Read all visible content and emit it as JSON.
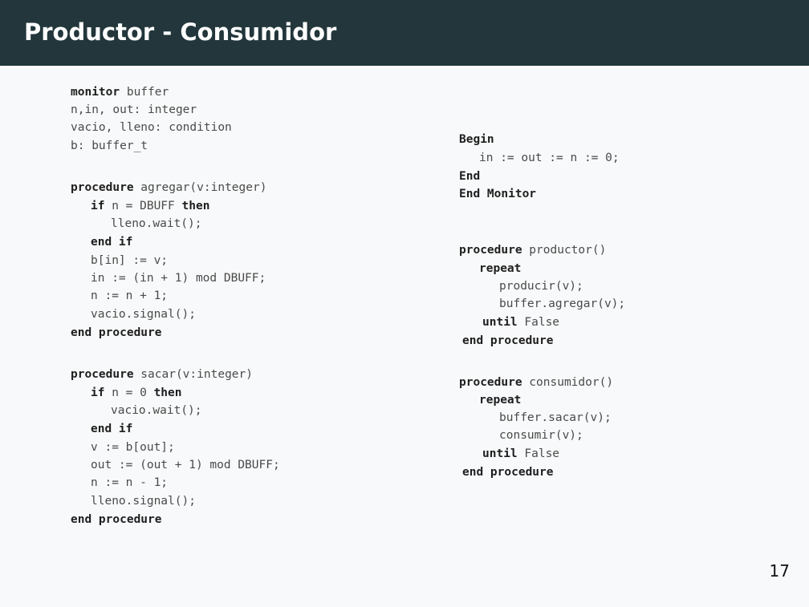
{
  "slide": {
    "title": "Productor - Consumidor",
    "page_number": "17"
  },
  "left_code": {
    "declarations": [
      {
        "kw": "monitor",
        "rest": " buffer"
      },
      {
        "kw": "",
        "rest": "n,in, out: integer"
      },
      {
        "kw": "",
        "rest": "vacio, lleno: condition"
      },
      {
        "kw": "",
        "rest": "b: buffer_t"
      }
    ],
    "agregar": [
      {
        "kw": "procedure",
        "rest": " agregar(v:integer)"
      },
      {
        "kw": "if",
        "rest": " n = DBUFF ",
        "kw2": "then"
      },
      {
        "kw": "",
        "rest": "lleno.wait();"
      },
      {
        "kw": "end if",
        "rest": ""
      },
      {
        "kw": "",
        "rest": "b[in] := v;"
      },
      {
        "kw": "",
        "rest": "in := (in + 1) mod DBUFF;"
      },
      {
        "kw": "",
        "rest": "n := n + 1;"
      },
      {
        "kw": "",
        "rest": "vacio.signal();"
      },
      {
        "kw": "end procedure",
        "rest": ""
      }
    ],
    "sacar": [
      {
        "kw": "procedure",
        "rest": " sacar(v:integer)"
      },
      {
        "kw": "if",
        "rest": " n = 0 ",
        "kw2": "then"
      },
      {
        "kw": "",
        "rest": "vacio.wait();"
      },
      {
        "kw": "end if",
        "rest": ""
      },
      {
        "kw": "",
        "rest": "v := b[out];"
      },
      {
        "kw": "",
        "rest": "out := (out + 1) mod DBUFF;"
      },
      {
        "kw": "",
        "rest": "n := n - 1;"
      },
      {
        "kw": "",
        "rest": "lleno.signal();"
      },
      {
        "kw": "end procedure",
        "rest": ""
      }
    ]
  },
  "right_code": {
    "init": [
      {
        "kw": "Begin",
        "rest": ""
      },
      {
        "kw": "",
        "rest": "in := out := n := 0;"
      },
      {
        "kw": "End",
        "rest": ""
      },
      {
        "kw": "End Monitor",
        "rest": ""
      }
    ],
    "productor": [
      {
        "kw": "procedure",
        "rest": " productor()"
      },
      {
        "kw": "repeat",
        "rest": ""
      },
      {
        "kw": "",
        "rest": "producir(v);"
      },
      {
        "kw": "",
        "rest": "buffer.agregar(v);"
      },
      {
        "kw": "until",
        "rest": " False"
      },
      {
        "kw": "end procedure",
        "rest": ""
      }
    ],
    "consumidor": [
      {
        "kw": "procedure",
        "rest": " consumidor()"
      },
      {
        "kw": "repeat",
        "rest": ""
      },
      {
        "kw": "",
        "rest": "buffer.sacar(v);"
      },
      {
        "kw": "",
        "rest": "consumir(v);"
      },
      {
        "kw": "until",
        "rest": " False"
      },
      {
        "kw": "end procedure",
        "rest": ""
      }
    ]
  }
}
